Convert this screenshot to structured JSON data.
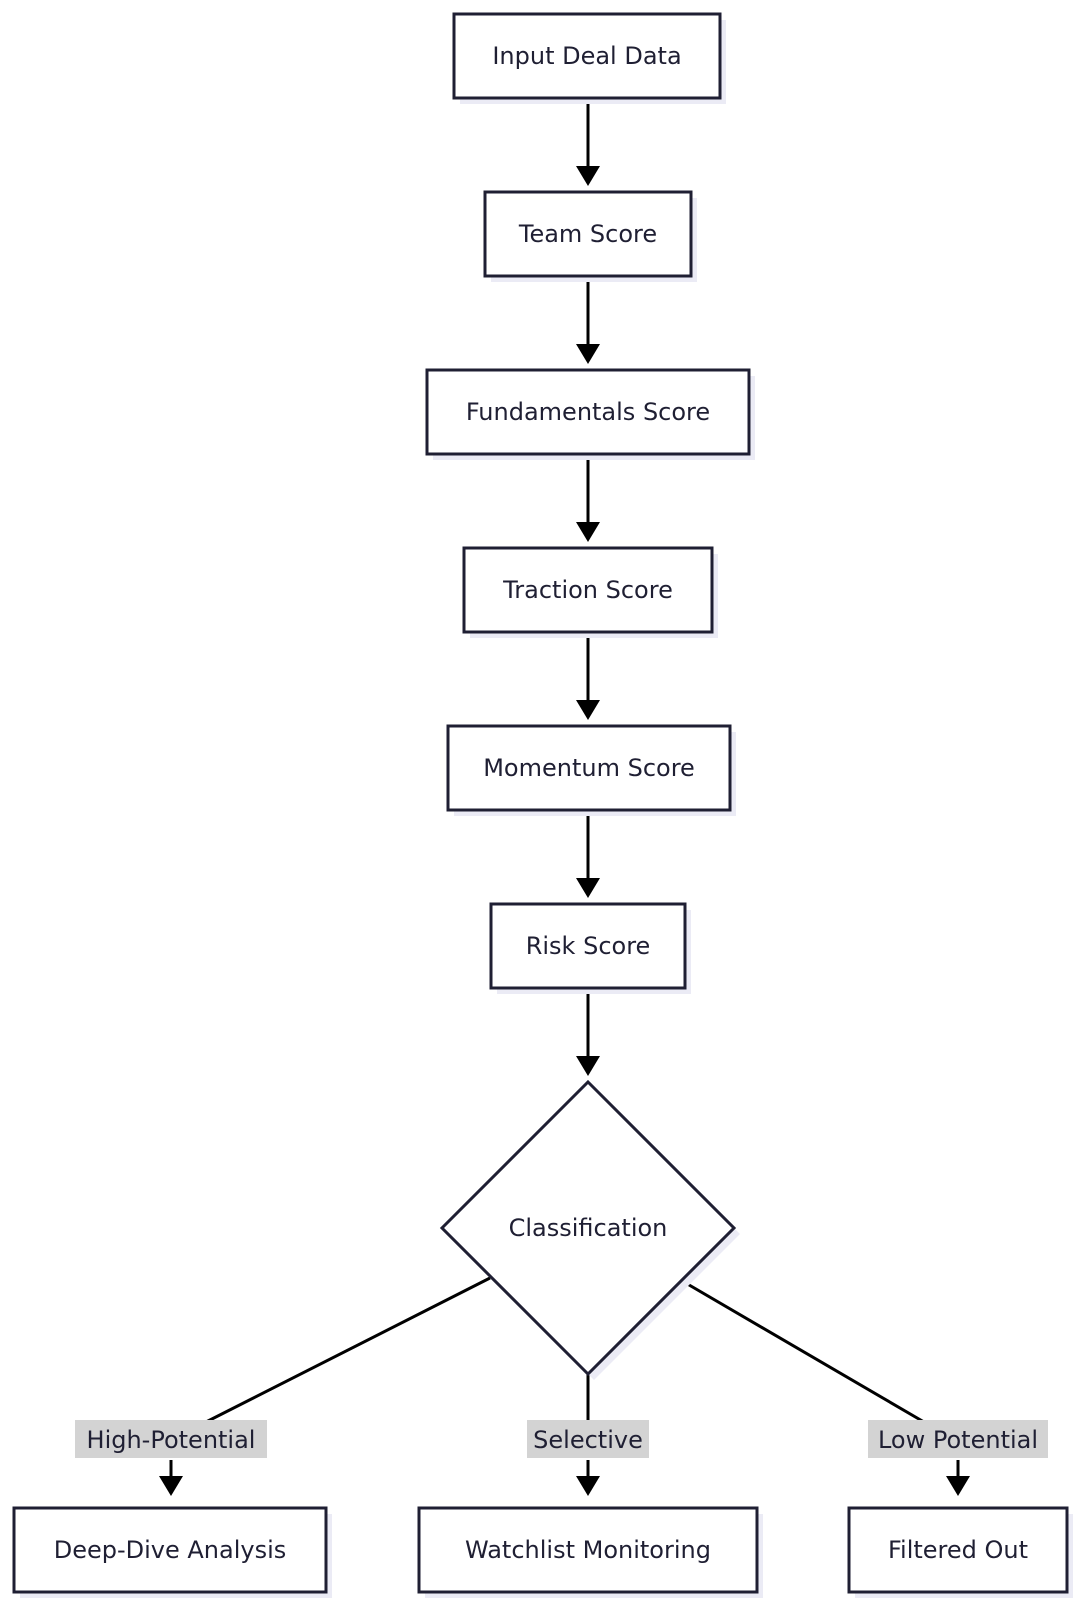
{
  "nodes": {
    "input": "Input Deal Data",
    "team": "Team Score",
    "fundamentals": "Fundamentals Score",
    "traction": "Traction Score",
    "momentum": "Momentum Score",
    "risk": "Risk Score",
    "classification": "Classification",
    "deep_dive": "Deep-Dive Analysis",
    "watchlist": "Watchlist Monitoring",
    "filtered": "Filtered Out"
  },
  "edge_labels": {
    "high": "High-Potential",
    "selective": "Selective",
    "low": "Low Potential"
  },
  "colors": {
    "node_border": "#1f1f33",
    "edge": "#000000",
    "label_bg": "#d3d3d3",
    "shadow": "#ebebf5"
  }
}
